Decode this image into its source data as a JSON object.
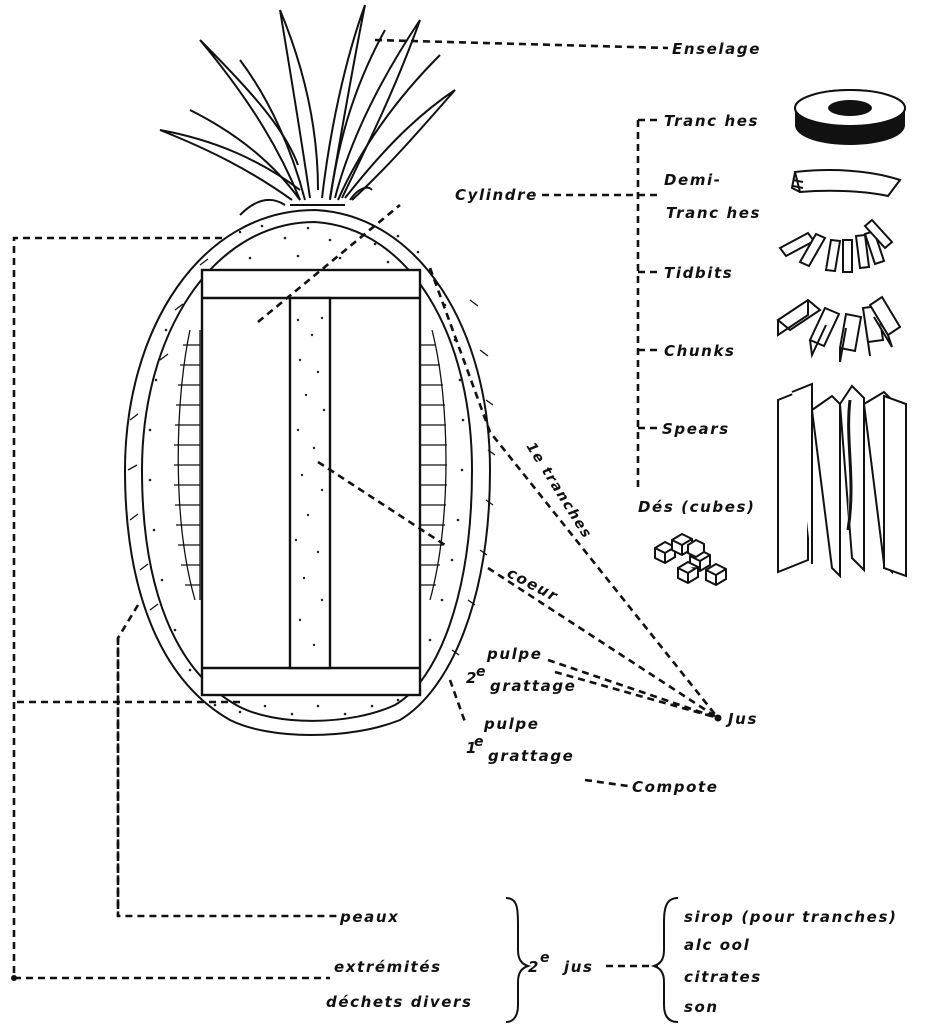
{
  "labels": {
    "enselage": "Enselage",
    "cylindre": "Cylindre",
    "tranches": "Tranc hes",
    "demi": "Demi-",
    "demi_tranches": "Tranc hes",
    "tidbits": "Tidbits",
    "chunks": "Chunks",
    "spears": "Spears",
    "des_cubes": "Dés (cubes)",
    "first_tranches": "1e tranches",
    "coeur": "coeur",
    "pulpe2": "pulpe",
    "grattage2_num": "2",
    "grattage2_sup": "e",
    "grattage2": "grattage",
    "pulpe1": "pulpe",
    "grattage1_num": "1",
    "grattage1_sup": "e",
    "grattage1": "grattage",
    "jus": "Jus",
    "compote": "Compote",
    "peaux": "peaux",
    "extremites": "extrémités",
    "dechets": "déchets divers",
    "second_jus_num": "2",
    "second_jus_sup": "e",
    "second_jus": "jus",
    "sirop": "sirop (pour tranches)",
    "alcool": "alc ool",
    "citrates": "citrates",
    "son": "son"
  }
}
